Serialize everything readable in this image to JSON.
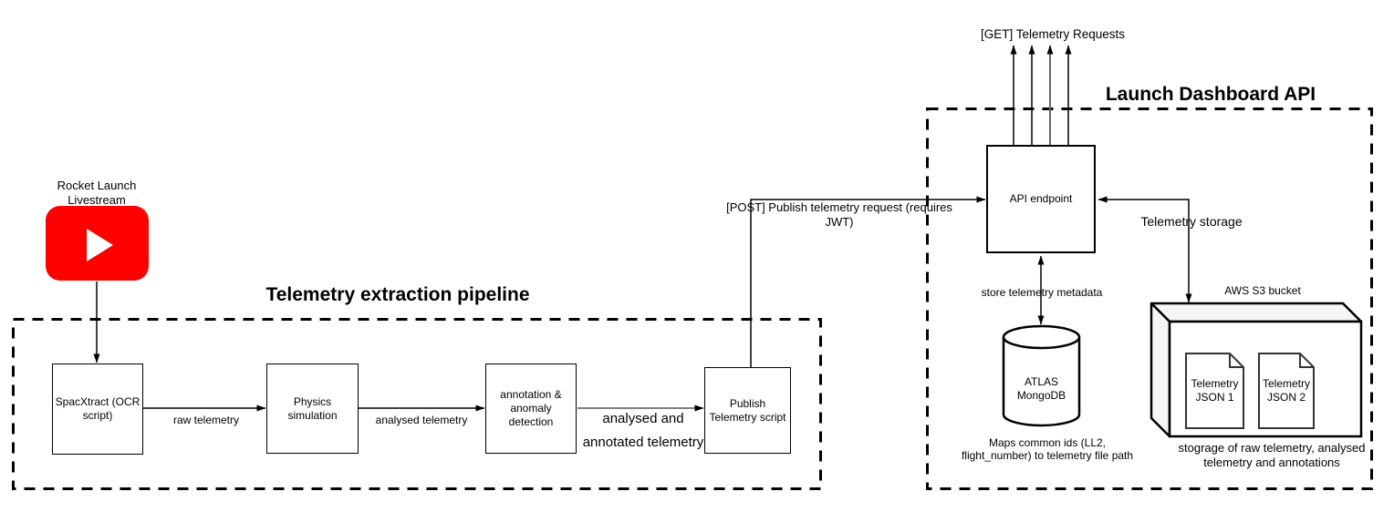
{
  "source": {
    "label": "Rocket Launch\nLivestream",
    "icon": "youtube-play-icon",
    "brand_color": "#ff0000"
  },
  "pipeline": {
    "title": "Telemetry extraction pipeline",
    "nodes": [
      {
        "label": "SpacXtract (OCR\nscript)"
      },
      {
        "label": "Physics\nsimulation"
      },
      {
        "label": "annotation &\nanomaly\ndetection"
      },
      {
        "label": "Publish\nTelemetry script"
      }
    ],
    "edges": [
      {
        "label": "raw telemetry"
      },
      {
        "label": "analysed telemetry"
      },
      {
        "label": "analysed and\nannotated telemetry"
      }
    ]
  },
  "api": {
    "title": "Launch Dashboard API",
    "endpoint_label": "API endpoint",
    "get_label": "[GET] Telemetry Requests",
    "post_label": "[POST] Publish telemetry request (requires\nJWT)",
    "storage_label": "Telemetry storage",
    "metadata_label": "store telemetry metadata",
    "mongo": {
      "label": "ATLAS\nMongoDB",
      "caption": "Maps common ids (LL2,\nflight_number) to telemetry file path"
    },
    "s3": {
      "label": "AWS S3 bucket",
      "docs": [
        {
          "label": "Telemetry\nJSON 1"
        },
        {
          "label": "Telemetry\nJSON 2"
        }
      ],
      "caption": "stograge of raw telemetry, analysed\ntelemetry and annotations"
    }
  },
  "colors": {
    "youtube_red": "#ff0000",
    "bucket_face_gray": "#f5f5f5",
    "edge_gray": "#808080",
    "stroke_black": "#000000"
  }
}
